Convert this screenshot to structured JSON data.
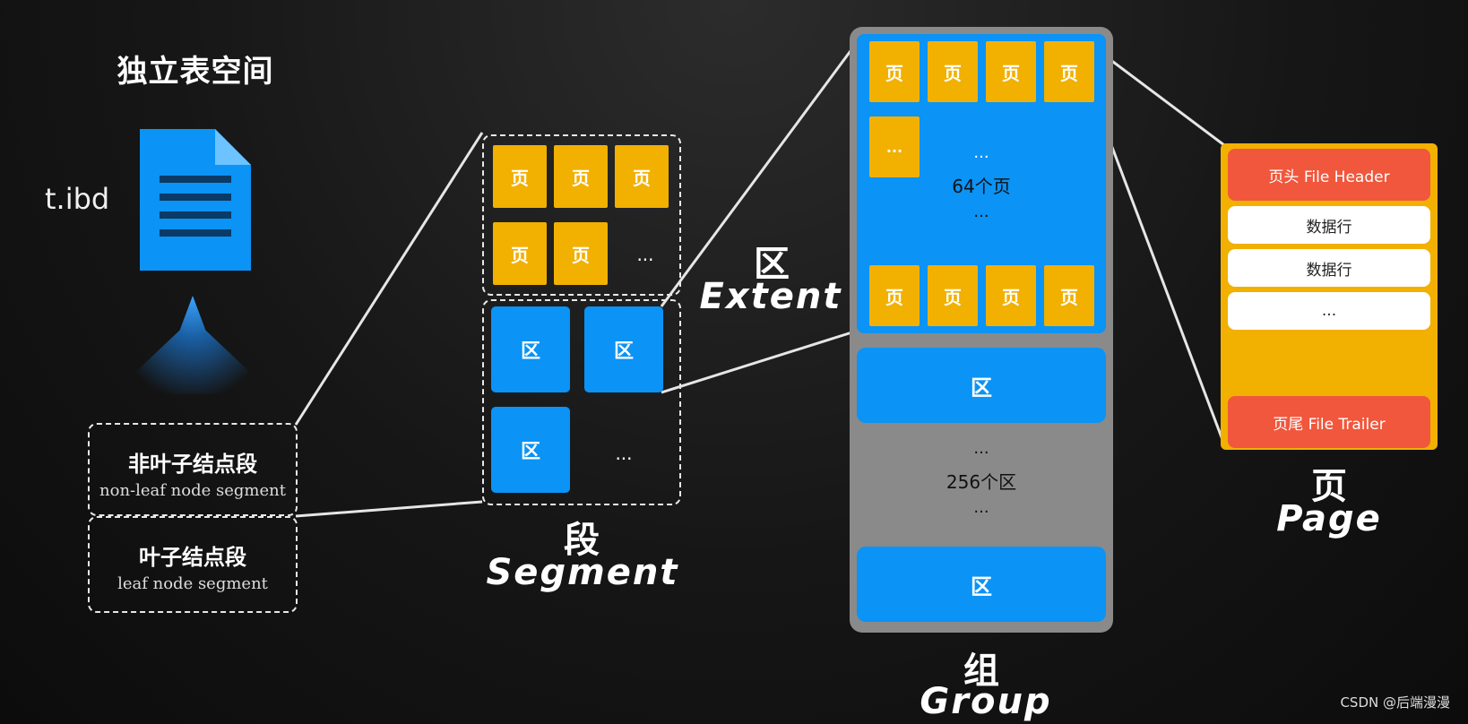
{
  "tablespace": {
    "title": "独立表空间",
    "file_name": "t.ibd"
  },
  "segments": {
    "non_leaf": {
      "zh": "非叶子结点段",
      "en": "non-leaf node segment"
    },
    "leaf": {
      "zh": "叶子结点段",
      "en": "leaf node segment"
    }
  },
  "segment_detail": {
    "page_label": "页",
    "extent_label": "区",
    "ellipsis": "...",
    "caption_zh": "段",
    "caption_en": "Segment"
  },
  "extent_caption": {
    "zh": "区",
    "en": "Extent"
  },
  "group": {
    "page_label": "页",
    "ellipsis": "...",
    "pages_count": "64个页",
    "extent_label": "区",
    "extents_count": "256个区",
    "caption_zh": "组",
    "caption_en": "Group"
  },
  "page": {
    "header": "页头 File Header",
    "row1": "数据行",
    "row2": "数据行",
    "ellipsis": "...",
    "trailer": "页尾 File Trailer",
    "caption_zh": "页",
    "caption_en": "Page"
  },
  "watermark": "CSDN @后端漫漫",
  "colors": {
    "page_yellow": "#f2b000",
    "extent_blue": "#0b93f5",
    "group_gray": "#8a8a8a",
    "header_red": "#f0573c"
  },
  "icons": {
    "file": "document-icon"
  }
}
